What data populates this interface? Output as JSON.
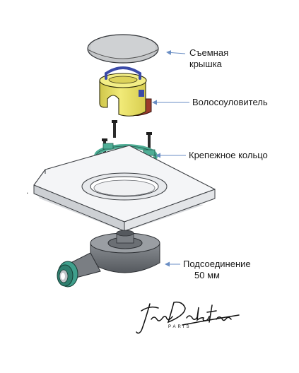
{
  "labels": {
    "cover": [
      "Съемная",
      "крышка"
    ],
    "hair_trap": "Волосоуловитель",
    "mounting_ring": "Крепежное кольцо",
    "connection": [
      "Подсоединение",
      "50 мм"
    ]
  },
  "stray_mark": ".",
  "brand": {
    "signature_text": "Jacob Delafon",
    "city": "PARIS"
  },
  "colors": {
    "cover": "#c4c6c8",
    "hair_trap_body": "#ece56a",
    "hair_trap_rim": "#9c3b2c",
    "handle": "#3a4aa8",
    "ring": "#4fae96",
    "tile": "#f4f5f7",
    "outlet": "#6b6f74",
    "pipe_connector": "#3f9f8c",
    "arrow": "#6a8ec4"
  }
}
